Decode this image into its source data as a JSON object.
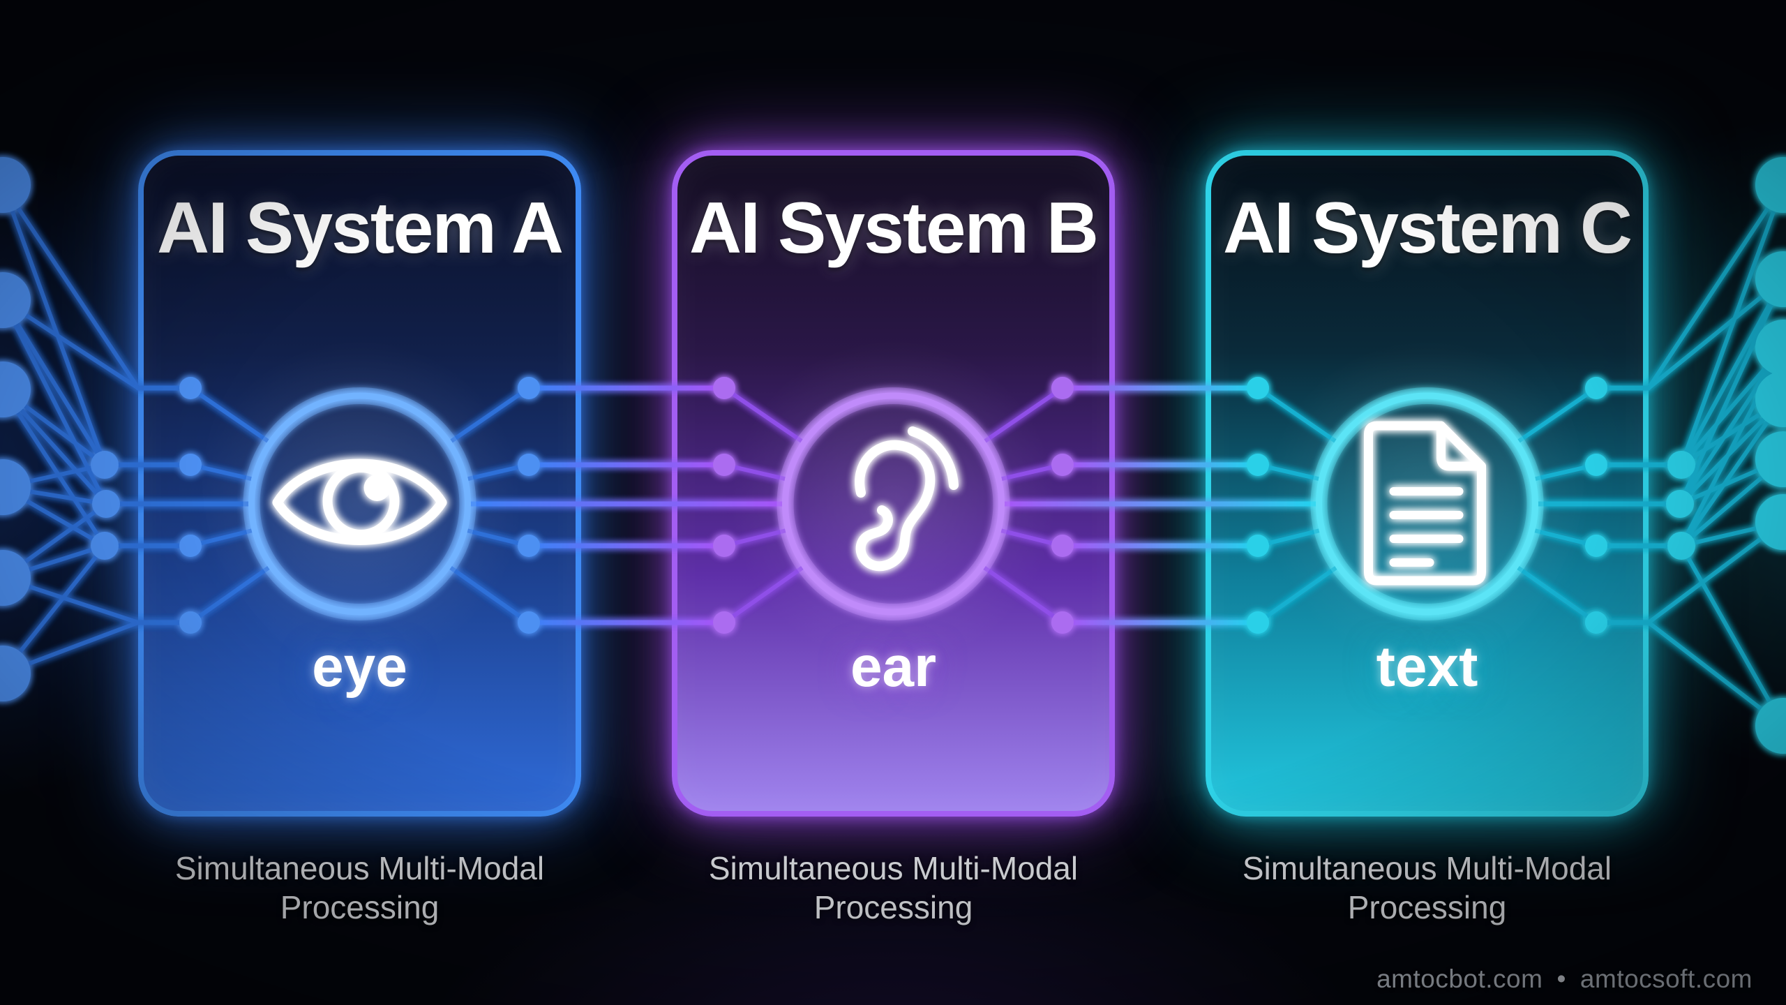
{
  "cards": [
    {
      "title": "AI System A",
      "modality_label": "eye",
      "icon": "eye-icon",
      "caption": [
        "Simultaneous Multi-Modal",
        "Processing"
      ],
      "theme": {
        "accent": "#3b82f6",
        "border": "#3f8bf4",
        "ring": "#72b3ff",
        "line": "#2e6fd8",
        "dot": "#4e90f2",
        "glow": "rgba(59,130,246,0.55)",
        "gradient": [
          "#0a0f26",
          "#11204a",
          "#1d4190",
          "#2f6bd8"
        ]
      }
    },
    {
      "title": "AI System B",
      "modality_label": "ear",
      "icon": "ear-icon",
      "caption": [
        "Simultaneous Multi-Modal",
        "Processing"
      ],
      "theme": {
        "accent": "#a855f7",
        "border": "#a35ef2",
        "ring": "#c08bfa",
        "line": "#8f4fe8",
        "dot": "#ab6cf0",
        "glow": "rgba(168,85,247,0.55)",
        "gradient": [
          "#140e22",
          "#2a1747",
          "#5e2fa8",
          "#a084ee"
        ]
      }
    },
    {
      "title": "AI System C",
      "modality_label": "text",
      "icon": "document-icon",
      "caption": [
        "Simultaneous Multi-Modal",
        "Processing"
      ],
      "theme": {
        "accent": "#22d3ee",
        "border": "#2fd3e8",
        "ring": "#5ce4f6",
        "line": "#18b0d0",
        "dot": "#2bd0e8",
        "glow": "rgba(34,211,238,0.5)",
        "gradient": [
          "#06101a",
          "#0a2a3a",
          "#0f7e9a",
          "#22c6de"
        ]
      }
    }
  ],
  "text_colors": {
    "title": "#ffffff",
    "label": "#ffffff",
    "caption": "#d7d9dd"
  },
  "icon_color": "#ffffff",
  "footer": {
    "sites": [
      "amtocbot.com",
      "amtocsoft.com"
    ],
    "separator": "•",
    "color": "#a9afb8"
  }
}
